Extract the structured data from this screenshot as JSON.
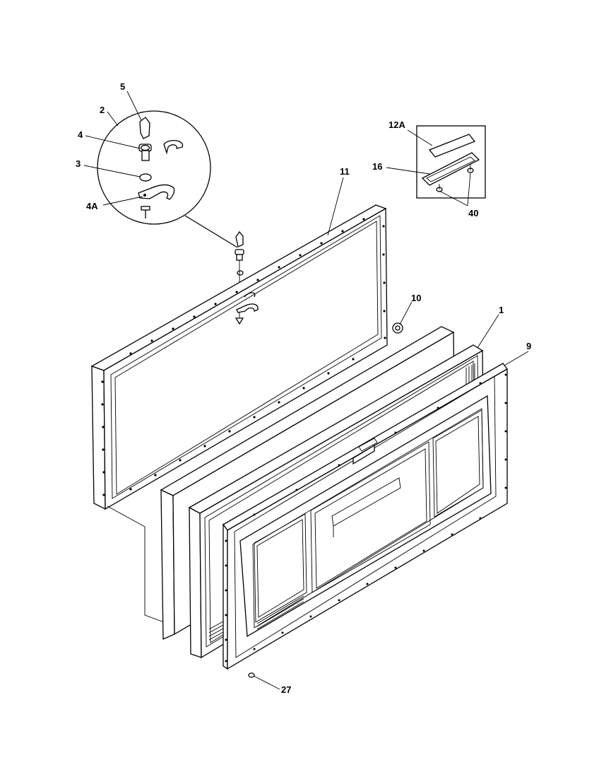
{
  "corner_code": "",
  "callouts": {
    "c5": "5",
    "c2": "2",
    "c4": "4",
    "c3": "3",
    "c4a": "4A",
    "c11": "11",
    "c12a": "12A",
    "c16": "16",
    "c40": "40",
    "c10": "10",
    "c1": "1",
    "c9": "9",
    "c27": "27"
  }
}
